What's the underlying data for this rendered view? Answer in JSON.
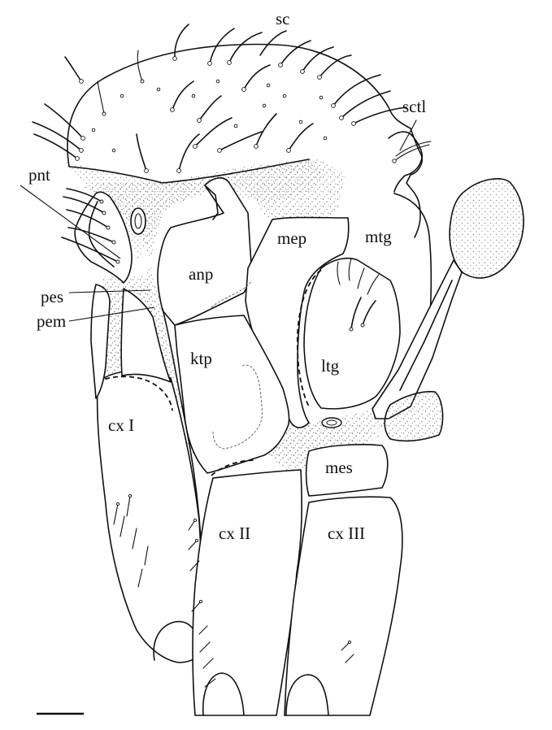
{
  "labels": {
    "sc": "sc",
    "sctl": "sctl",
    "pnt": "pnt",
    "mep": "mep",
    "mtg": "mtg",
    "anp": "anp",
    "pes": "pes",
    "pem": "pem",
    "ktp": "ktp",
    "ltg": "ltg",
    "cx1": "cx I",
    "mes": "mes",
    "cx2": "cx II",
    "cx3": "cx III"
  },
  "colors": {
    "line": "#111111",
    "stipple": "#777777",
    "background": "#ffffff"
  }
}
